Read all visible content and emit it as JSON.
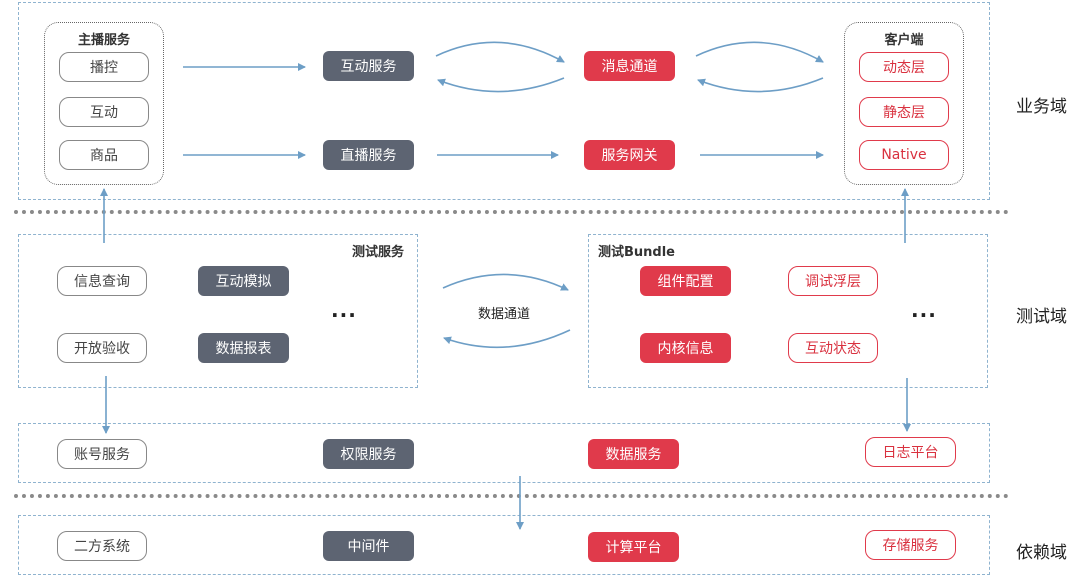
{
  "domains": {
    "business": "业务域",
    "test": "测试域",
    "dependency": "依赖域"
  },
  "anchor_service": {
    "title": "主播服务",
    "items": [
      "播控",
      "互动",
      "商品"
    ]
  },
  "client": {
    "title": "客户端",
    "items": [
      "动态层",
      "静态层",
      "Native"
    ]
  },
  "business_flow": {
    "interaction_service": "互动服务",
    "live_service": "直播服务",
    "message_channel": "消息通道",
    "service_gateway": "服务网关"
  },
  "test_service": {
    "title": "测试服务",
    "items": [
      "信息查询",
      "开放验收",
      "互动模拟",
      "数据报表"
    ],
    "ellipsis": "..."
  },
  "data_channel": "数据通道",
  "test_bundle": {
    "title": "测试Bundle",
    "items": [
      "组件配置",
      "内核信息",
      "调试浮层",
      "互动状态"
    ],
    "ellipsis": "..."
  },
  "common_services": [
    "账号服务",
    "权限服务",
    "数据服务",
    "日志平台"
  ],
  "dependencies": [
    "二方系统",
    "中间件",
    "计算平台",
    "存储服务"
  ],
  "colors": {
    "dark_box": "#5d6472",
    "red_box": "#e03a4b",
    "region_border": "#8fb3cf",
    "arrow": "#6d9ec6"
  }
}
